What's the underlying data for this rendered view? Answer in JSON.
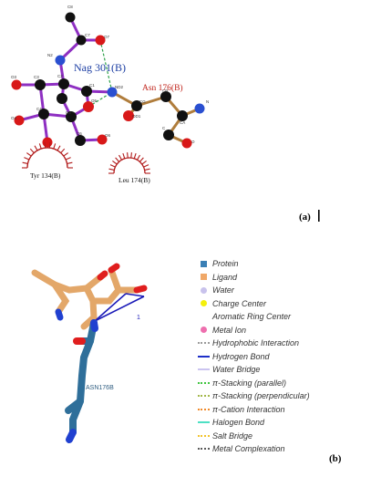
{
  "panel_a": {
    "label": "(a)",
    "ligand_label": "Nag 301(B)",
    "residue_label": "Asn 176(B)",
    "hydrophobic_1": "Tyr 134(B)",
    "hydrophobic_2": "Leu 174(B)",
    "atoms": {
      "cb": "C8",
      "c7": "C7",
      "o7": "O7",
      "n2": "N2",
      "o3": "O3",
      "c3": "C3",
      "c2": "C2",
      "c1": "C1",
      "o4": "O4",
      "c4": "C4",
      "c5": "C5",
      "o5": "O5",
      "c6": "C6",
      "o6": "O6",
      "nd2": "ND2",
      "cg": "CG",
      "od1": "OD1",
      "cb2": "CB",
      "ca": "CA",
      "n": "N",
      "c": "C",
      "o": "O"
    },
    "colors": {
      "ligand_bond": "#8e2fc2",
      "residue_bond": "#b07d3c",
      "carbon": "#111111",
      "oxygen": "#d81818",
      "nitrogen": "#2a4fd0",
      "hbond": "#2ea24a",
      "hydrophobic": "#b11a1a",
      "ligand_text": "#1c3ea3",
      "residue_text": "#c0241c"
    }
  },
  "panel_b": {
    "label": "(b)",
    "residue_label": "ASN176B",
    "distance_label": "1",
    "colors": {
      "protein": "#2f6f9a",
      "ligand": "#e3a769",
      "oxygen": "#e01e1e",
      "nitrogen": "#2040d0",
      "hbond": "#1a1ab8"
    },
    "legend": [
      {
        "label": "Protein",
        "mark": "square",
        "color": "#3a7fb5"
      },
      {
        "label": "Ligand",
        "mark": "square",
        "color": "#f0a868"
      },
      {
        "label": "Water",
        "mark": "dot",
        "color": "#c8c2ec"
      },
      {
        "label": "Charge Center",
        "mark": "dot",
        "color": "#f4f00c"
      },
      {
        "label": "Aromatic Ring Center",
        "mark": "none",
        "color": "#ffffff"
      },
      {
        "label": "Metal Ion",
        "mark": "dot",
        "color": "#ee6fae"
      },
      {
        "label": "Hydrophobic Interaction",
        "mark": "dotted",
        "color": "#9a9a9a"
      },
      {
        "label": "Hydrogen Bond",
        "mark": "solid",
        "color": "#1e2fc8"
      },
      {
        "label": "Water Bridge",
        "mark": "solid",
        "color": "#cbc4f0"
      },
      {
        "label": "π-Stacking (parallel)",
        "mark": "dotted",
        "color": "#3ec43e"
      },
      {
        "label": "π-Stacking (perpendicular)",
        "mark": "dotted",
        "color": "#a4b84a"
      },
      {
        "label": "π-Cation Interaction",
        "mark": "dotted",
        "color": "#f08a2a"
      },
      {
        "label": "Halogen Bond",
        "mark": "solid",
        "color": "#4de0c4"
      },
      {
        "label": "Salt Bridge",
        "mark": "dotted",
        "color": "#f2c22a"
      },
      {
        "label": "Metal Complexation",
        "mark": "dotted",
        "color": "#5a5a5a"
      }
    ]
  }
}
